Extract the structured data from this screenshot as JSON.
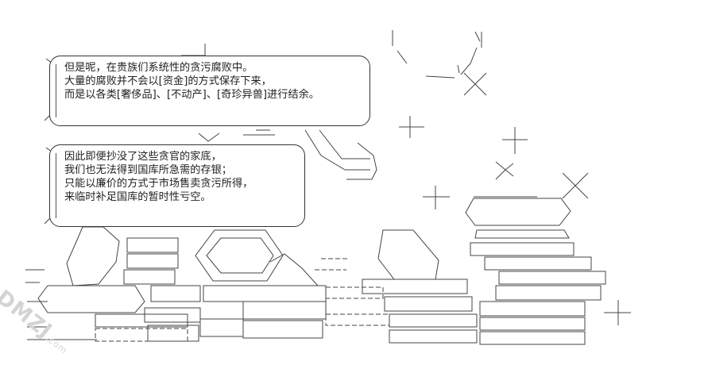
{
  "bubble_1": {
    "lines": [
      "但是呢，在贵族们系统性的贪污腐败中。",
      "大量的腐败并不会以[资金]的方式保存下来，",
      "而是以各类[奢侈品]、[不动产]、[奇珍异兽]进行结余。"
    ]
  },
  "bubble_2": {
    "lines": [
      "因此即便抄没了这些贪官的家底，",
      "我们也无法得到国库所急需的存银；",
      "只能以廉价的方式于市场售卖贪污所得，",
      "来临时补足国库的暂时性亏空。"
    ]
  },
  "watermark": {
    "logo": "DMZJ",
    "domain": ".com"
  }
}
